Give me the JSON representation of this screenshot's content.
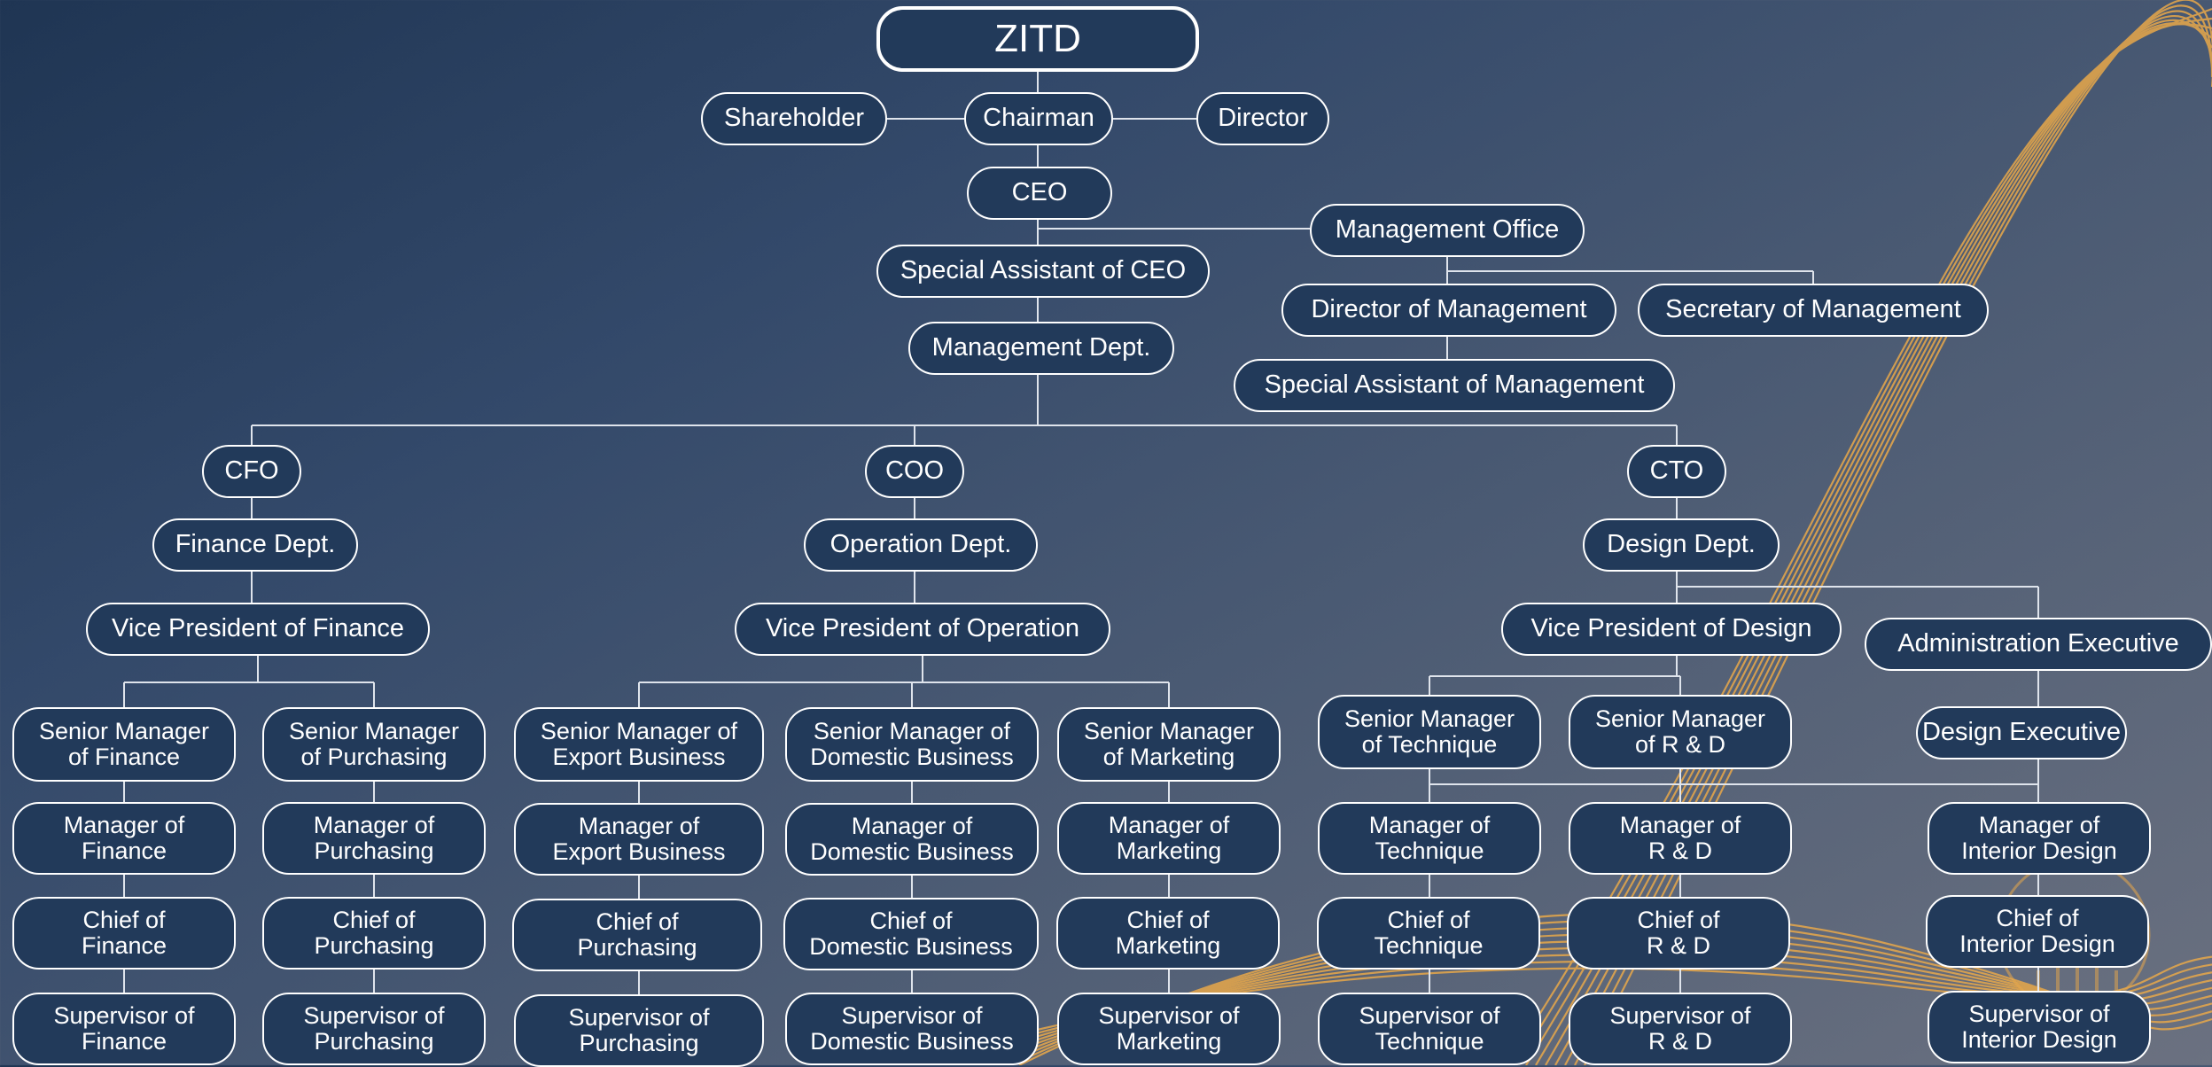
{
  "org_chart": {
    "title": "ZITD",
    "nodes": [
      {
        "id": "shareholder",
        "lines": [
          "Shareholder"
        ]
      },
      {
        "id": "chairman",
        "lines": [
          "Chairman"
        ]
      },
      {
        "id": "director",
        "lines": [
          "Director"
        ]
      },
      {
        "id": "ceo",
        "lines": [
          "CEO"
        ]
      },
      {
        "id": "special-assistant-ceo",
        "lines": [
          "Special Assistant of CEO"
        ]
      },
      {
        "id": "management-office",
        "lines": [
          "Management Office"
        ]
      },
      {
        "id": "director-management",
        "lines": [
          "Director of Management"
        ]
      },
      {
        "id": "secretary-management",
        "lines": [
          "Secretary of Management"
        ]
      },
      {
        "id": "special-assistant-management",
        "lines": [
          "Special Assistant of Management"
        ]
      },
      {
        "id": "management-dept",
        "lines": [
          "Management Dept."
        ]
      },
      {
        "id": "cfo",
        "lines": [
          "CFO"
        ]
      },
      {
        "id": "coo",
        "lines": [
          "COO"
        ]
      },
      {
        "id": "cto",
        "lines": [
          "CTO"
        ]
      },
      {
        "id": "finance-dept",
        "lines": [
          "Finance Dept."
        ]
      },
      {
        "id": "operation-dept",
        "lines": [
          "Operation Dept."
        ]
      },
      {
        "id": "design-dept",
        "lines": [
          "Design Dept."
        ]
      },
      {
        "id": "vp-finance",
        "lines": [
          "Vice President of Finance"
        ]
      },
      {
        "id": "vp-operation",
        "lines": [
          "Vice President of Operation"
        ]
      },
      {
        "id": "vp-design",
        "lines": [
          "Vice President of Design"
        ]
      },
      {
        "id": "administration-executive",
        "lines": [
          "Administration Executive"
        ]
      },
      {
        "id": "design-executive",
        "lines": [
          "Design Executive"
        ]
      },
      {
        "id": "sm-finance",
        "lines": [
          "Senior Manager",
          "of Finance"
        ]
      },
      {
        "id": "sm-purchasing",
        "lines": [
          "Senior Manager",
          "of Purchasing"
        ]
      },
      {
        "id": "sm-export",
        "lines": [
          "Senior Manager of",
          "Export Business"
        ]
      },
      {
        "id": "sm-domestic",
        "lines": [
          "Senior Manager of",
          "Domestic Business"
        ]
      },
      {
        "id": "sm-marketing",
        "lines": [
          "Senior Manager",
          "of Marketing"
        ]
      },
      {
        "id": "sm-technique",
        "lines": [
          "Senior Manager",
          "of Technique"
        ]
      },
      {
        "id": "sm-rd",
        "lines": [
          "Senior Manager",
          "of R & D"
        ]
      },
      {
        "id": "m-finance",
        "lines": [
          "Manager of",
          "Finance"
        ]
      },
      {
        "id": "m-purchasing",
        "lines": [
          "Manager of",
          "Purchasing"
        ]
      },
      {
        "id": "m-export",
        "lines": [
          "Manager of",
          "Export Business"
        ]
      },
      {
        "id": "m-domestic",
        "lines": [
          "Manager of",
          "Domestic Business"
        ]
      },
      {
        "id": "m-marketing",
        "lines": [
          "Manager of",
          "Marketing"
        ]
      },
      {
        "id": "m-technique",
        "lines": [
          "Manager of",
          "Technique"
        ]
      },
      {
        "id": "m-rd",
        "lines": [
          "Manager of",
          "R & D"
        ]
      },
      {
        "id": "m-interior",
        "lines": [
          "Manager of",
          "Interior Design"
        ]
      },
      {
        "id": "c-finance",
        "lines": [
          "Chief of",
          "Finance"
        ]
      },
      {
        "id": "c-purchasing-1",
        "lines": [
          "Chief of",
          "Purchasing"
        ]
      },
      {
        "id": "c-purchasing-2",
        "lines": [
          "Chief of",
          "Purchasing"
        ]
      },
      {
        "id": "c-domestic",
        "lines": [
          "Chief of",
          "Domestic Business"
        ]
      },
      {
        "id": "c-marketing",
        "lines": [
          "Chief of",
          "Marketing"
        ]
      },
      {
        "id": "c-technique",
        "lines": [
          "Chief of",
          "Technique"
        ]
      },
      {
        "id": "c-rd",
        "lines": [
          "Chief of",
          "R & D"
        ]
      },
      {
        "id": "c-interior",
        "lines": [
          "Chief of",
          "Interior Design"
        ]
      },
      {
        "id": "s-finance",
        "lines": [
          "Supervisor of",
          "Finance"
        ]
      },
      {
        "id": "s-purchasing-1",
        "lines": [
          "Supervisor of",
          "Purchasing"
        ]
      },
      {
        "id": "s-purchasing-2",
        "lines": [
          "Supervisor of",
          "Purchasing"
        ]
      },
      {
        "id": "s-domestic",
        "lines": [
          "Supervisor of",
          "Domestic Business"
        ]
      },
      {
        "id": "s-marketing",
        "lines": [
          "Supervisor of",
          "Marketing"
        ]
      },
      {
        "id": "s-technique",
        "lines": [
          "Supervisor of",
          "Technique"
        ]
      },
      {
        "id": "s-rd",
        "lines": [
          "Supervisor of",
          "R & D"
        ]
      },
      {
        "id": "s-interior",
        "lines": [
          "Supervisor of",
          "Interior Design"
        ]
      }
    ],
    "colors": {
      "background_top": "#1f3553",
      "background_bottom": "#6b7180",
      "node_fill": "#223a5a",
      "node_border": "#ffffff",
      "connector": "#dfe4ec",
      "decorative_wave": "#e8a84a"
    }
  }
}
